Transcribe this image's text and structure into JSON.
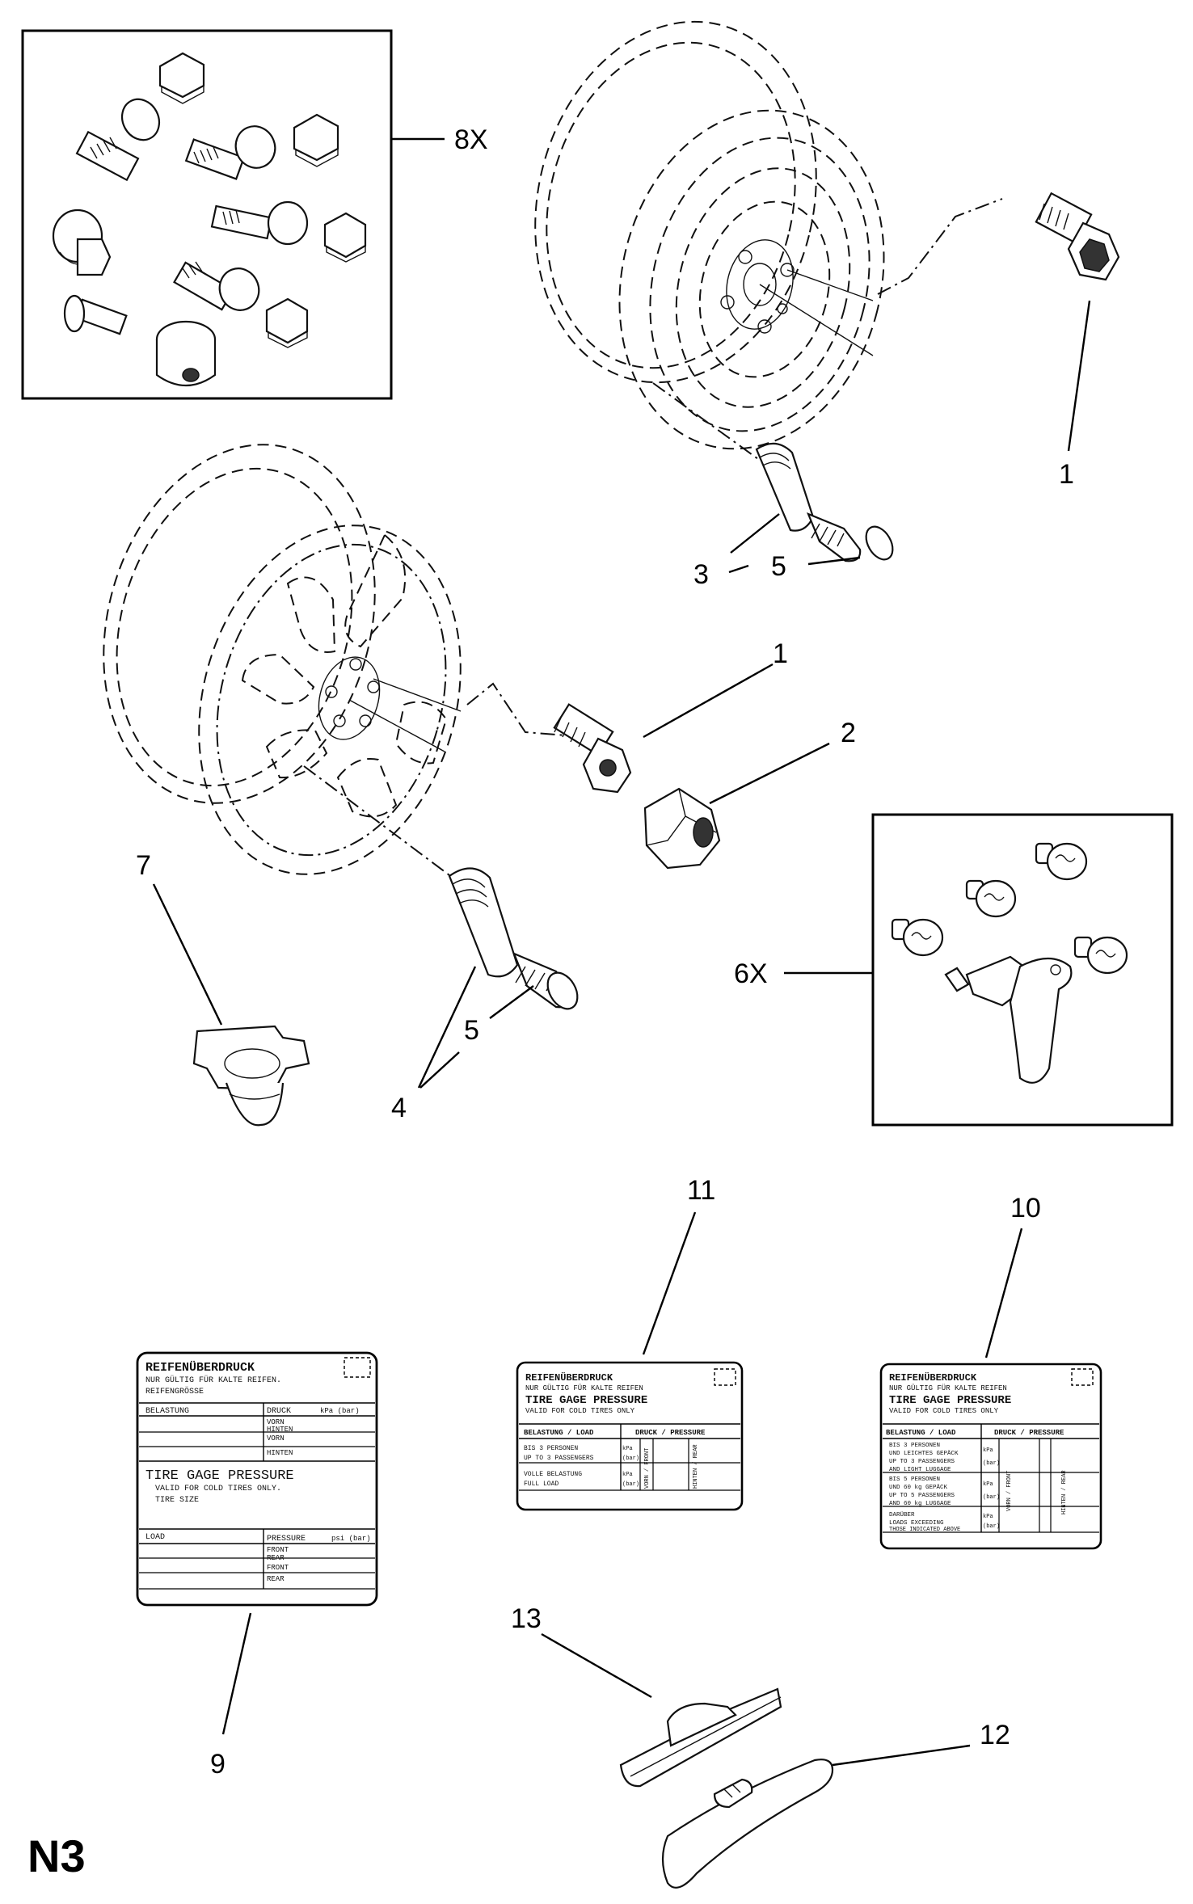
{
  "page_code": "N3",
  "callouts": {
    "c8x": "8X",
    "c1_top": "1",
    "c3": "3",
    "c5_top": "5",
    "c1_mid": "1",
    "c2": "2",
    "c7": "7",
    "c6x": "6X",
    "c4": "4",
    "c5_mid": "5",
    "c11": "11",
    "c10": "10",
    "c9": "9",
    "c13": "13",
    "c12": "12"
  },
  "label_9": {
    "title": "REIFENÜBERDRUCK",
    "line1": "NUR GÜLTIG FÜR KALTE REIFEN.",
    "line2": "REIFENGRÖSSE",
    "col_load_de": "BELASTUNG",
    "col_pressure_de": "DRUCK",
    "unit_de": "kPa (bar)",
    "vorn1": "VORN",
    "hinten1": "HINTEN",
    "vorn2": "VORN",
    "hinten2": "HINTEN",
    "title_en": "TIRE GAGE PRESSURE",
    "line_en1": "VALID FOR COLD TIRES ONLY.",
    "line_en2": "TIRE SIZE",
    "col_load_en": "LOAD",
    "col_pressure_en": "PRESSURE",
    "unit_en": "psi (bar)",
    "front1": "FRONT",
    "rear1": "REAR",
    "front2": "FRONT",
    "rear2": "REAR"
  },
  "label_11": {
    "title": "REIFENÜBERDRUCK",
    "line1": "NUR GÜLTIG FÜR KALTE REIFEN",
    "title_en": "TIRE GAGE PRESSURE",
    "line_en": "VALID FOR COLD TIRES ONLY",
    "col_load": "BELASTUNG / LOAD",
    "col_pressure": "DRUCK / PRESSURE",
    "row1": "BIS 3 PERSONEN",
    "row2": "UP TO 3 PASSENGERS",
    "row3": "VOLLE BELASTUNG",
    "row4": "FULL LOAD",
    "unit1": "kPa",
    "unit2": "(bar)",
    "unit3": "kPa",
    "unit4": "(bar)",
    "front": "VORN / FRONT",
    "rear": "HINTEN / REAR"
  },
  "label_10": {
    "title": "REIFENÜBERDRUCK",
    "line1": "NUR GÜLTIG FÜR KALTE REIFEN",
    "title_en": "TIRE GAGE PRESSURE",
    "line_en": "VALID FOR COLD TIRES ONLY",
    "col_load": "BELASTUNG / LOAD",
    "col_pressure": "DRUCK / PRESSURE",
    "r1": "BIS 3 PERSONEN",
    "r2": "UND LEICHTES GEPÄCK",
    "r3": "UP TO 3 PASSENGERS",
    "r4": "AND LIGHT LUGGAGE",
    "r5": "BIS 5 PERSONEN",
    "r6": "UND 60 kg GEPÄCK",
    "r7": "UP TO 5 PASSENGERS",
    "r8": "AND 60 kg LUGGAGE",
    "r9": "DARÜBER",
    "r10": "LOADS EXCEEDING",
    "r11": "THOSE INDICATED ABOVE",
    "unit1": "kPa",
    "unit2": "(bar)",
    "unit3": "kPa",
    "unit4": "(bar)",
    "unit5": "kPa",
    "unit6": "(bar)",
    "front": "VORN / FRONT",
    "rear": "HINTEN / REAR"
  }
}
